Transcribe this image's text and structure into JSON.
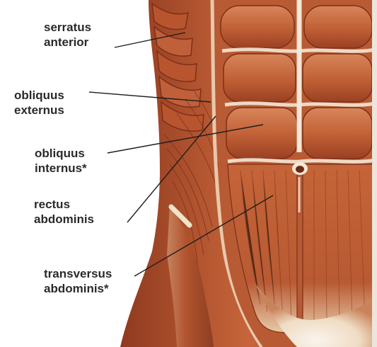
{
  "labels": {
    "serratus_anterior": {
      "line1": "serratus",
      "line2": "anterior"
    },
    "obliquus_externus": {
      "line1": "obliquus",
      "line2": "externus"
    },
    "obliquus_internus": {
      "line1": "obliquus",
      "line2": "internus*"
    },
    "rectus_abdominis": {
      "line1": "rectus",
      "line2": "abdominis"
    },
    "transversus_abdominis": {
      "line1": "transversus",
      "line2": "abdominis*"
    }
  },
  "colors": {
    "background": "#ffffff",
    "label_text": "#2a2a2a",
    "leader_line": "#1e1e1e",
    "muscle_base": "#b5532f",
    "muscle_light": "#d9855a",
    "muscle_dark": "#7e2f19",
    "tendon": "#f4e7d6",
    "skin_edge": "#ece5dc"
  }
}
